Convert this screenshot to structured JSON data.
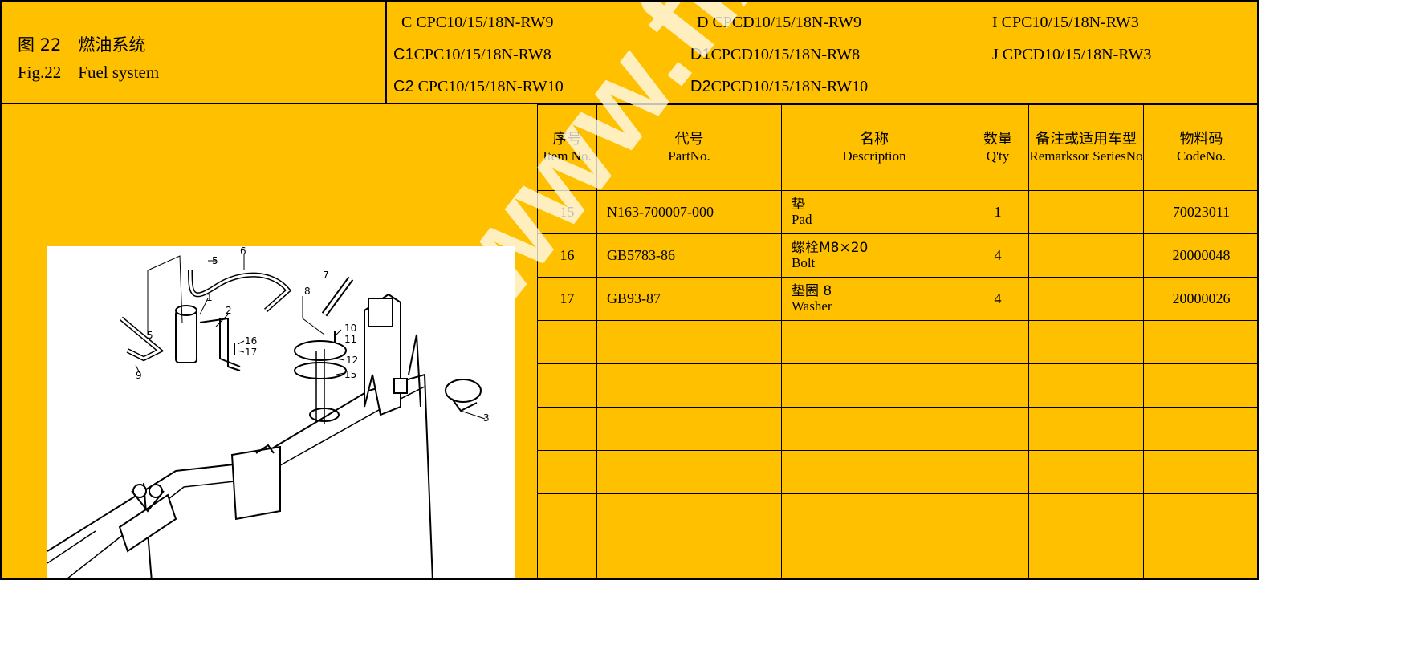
{
  "header": {
    "title_cn": "图 22　燃油系统",
    "title_en": "Fig.22　Fuel system",
    "models": [
      {
        "prefix": "C",
        "text": " CPC10/15/18N-RW9"
      },
      {
        "prefix": "C1",
        "text": "CPC10/15/18N-RW8"
      },
      {
        "prefix": "C2",
        "text": " CPC10/15/18N-RW10"
      },
      {
        "prefix": "D",
        "text": " CPCD10/15/18N-RW9"
      },
      {
        "prefix": "D1",
        "text": "CPCD10/15/18N-RW8"
      },
      {
        "prefix": "D2",
        "text": "CPCD10/15/18N-RW10"
      },
      {
        "prefix": "I",
        "text": " CPC10/15/18N-RW3"
      },
      {
        "prefix": "J",
        "text": " CPCD10/15/18N-RW3"
      }
    ]
  },
  "table": {
    "headers": [
      {
        "cn": "序号",
        "en": "Item No."
      },
      {
        "cn": "代号",
        "en": "PartNo."
      },
      {
        "cn": "名称",
        "en": "Description"
      },
      {
        "cn": "数量",
        "en": "Q'ty"
      },
      {
        "cn": "备注或适用车型",
        "en": "Remarksor SeriesNo"
      },
      {
        "cn": "物料码",
        "en": "CodeNo."
      }
    ],
    "rows": [
      {
        "item": "15",
        "part": "N163-700007-000",
        "desc_cn": "垫",
        "desc_en": "Pad",
        "qty": "1",
        "remark": "",
        "code": "70023011"
      },
      {
        "item": "16",
        "part": "GB5783-86",
        "desc_cn": "螺栓M8×20",
        "desc_en": "Bolt",
        "qty": "4",
        "remark": "",
        "code": "20000048"
      },
      {
        "item": "17",
        "part": "GB93-87",
        "desc_cn": "垫圈 8",
        "desc_en": "Washer",
        "qty": "4",
        "remark": "",
        "code": "20000026"
      }
    ]
  },
  "drawing": {
    "callouts": [
      "1",
      "2",
      "3",
      "5",
      "5",
      "6",
      "7",
      "8",
      "9",
      "10",
      "11",
      "12",
      "15",
      "16",
      "17"
    ]
  },
  "watermark": "www.fixpro"
}
